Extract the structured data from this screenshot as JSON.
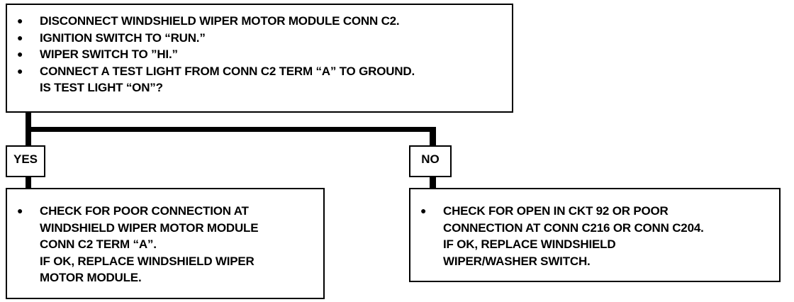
{
  "top_box": {
    "bullets": [
      "DISCONNECT WINDSHIELD WIPER MOTOR MODULE CONN C2.",
      "IGNITION SWITCH TO “RUN.”",
      "WIPER SWITCH TO ”HI.”",
      "CONNECT A TEST LIGHT FROM CONN C2 TERM “A” TO GROUND."
    ],
    "question": "IS TEST LIGHT “ON”?"
  },
  "yes_branch": {
    "label": "YES",
    "lines": [
      "CHECK FOR POOR CONNECTION AT",
      "WINDSHIELD WIPER MOTOR MODULE",
      "CONN C2 TERM “A”.",
      "IF OK, REPLACE WINDSHIELD WIPER",
      "MOTOR MODULE."
    ]
  },
  "no_branch": {
    "label": "NO",
    "lines": [
      "CHECK FOR OPEN IN CKT 92 OR POOR",
      "CONNECTION AT CONN C216 OR CONN C204.",
      "IF OK, REPLACE WINDSHIELD",
      "WIPER/WASHER SWITCH."
    ]
  },
  "bullet_glyph": "●"
}
